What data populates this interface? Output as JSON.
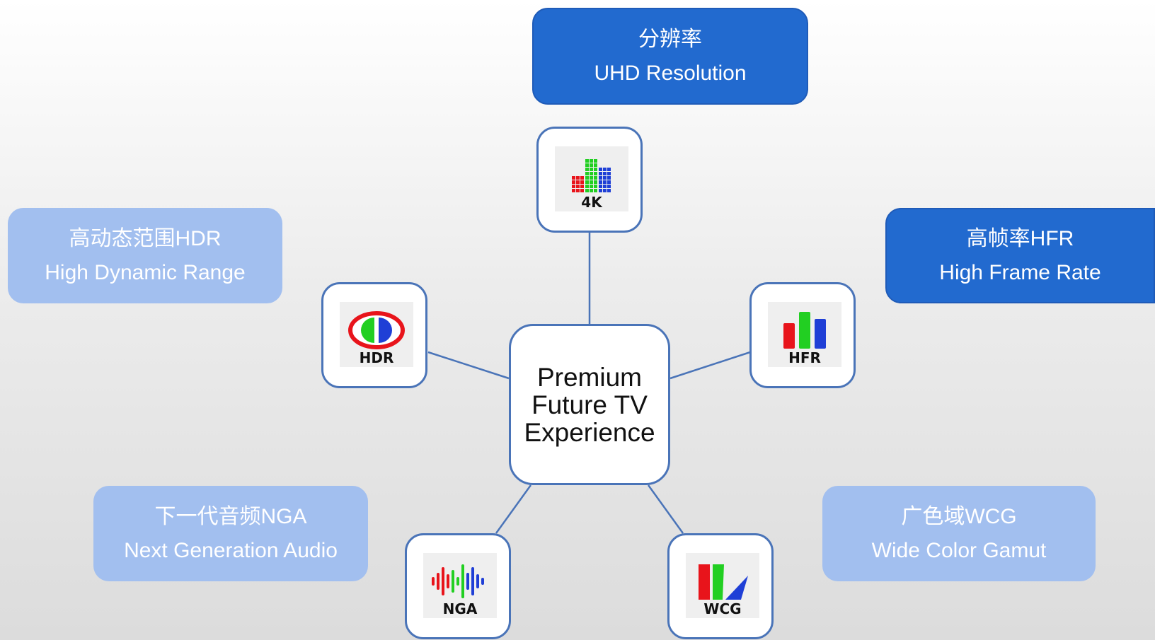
{
  "center": {
    "lines": [
      "Premium",
      "Future TV",
      "Experience"
    ]
  },
  "features": {
    "resolution": {
      "zh": "分辨率",
      "en": "UHD Resolution",
      "icon": "4k-icon",
      "caption": "4K",
      "style": "dark"
    },
    "hfr": {
      "zh": "高帧率HFR",
      "en": "High Frame Rate",
      "icon": "hfr-icon",
      "caption": "HFR",
      "style": "dark"
    },
    "hdr": {
      "zh": "高动态范围HDR",
      "en": "High Dynamic Range",
      "icon": "hdr-icon",
      "caption": "HDR",
      "style": "light"
    },
    "nga": {
      "zh": "下一代音频NGA",
      "en": "Next Generation Audio",
      "icon": "nga-icon",
      "caption": "NGA",
      "style": "light"
    },
    "wcg": {
      "zh": "广色域WCG",
      "en": "Wide Color Gamut",
      "icon": "wcg-icon",
      "caption": "WCG",
      "style": "light"
    }
  },
  "colors": {
    "dark_box": "#226acf",
    "light_box": "#a2bfef",
    "connector": "#4a74b8",
    "icon_red": "#e8141b",
    "icon_green": "#22cf22",
    "icon_blue": "#1f3fd6"
  }
}
